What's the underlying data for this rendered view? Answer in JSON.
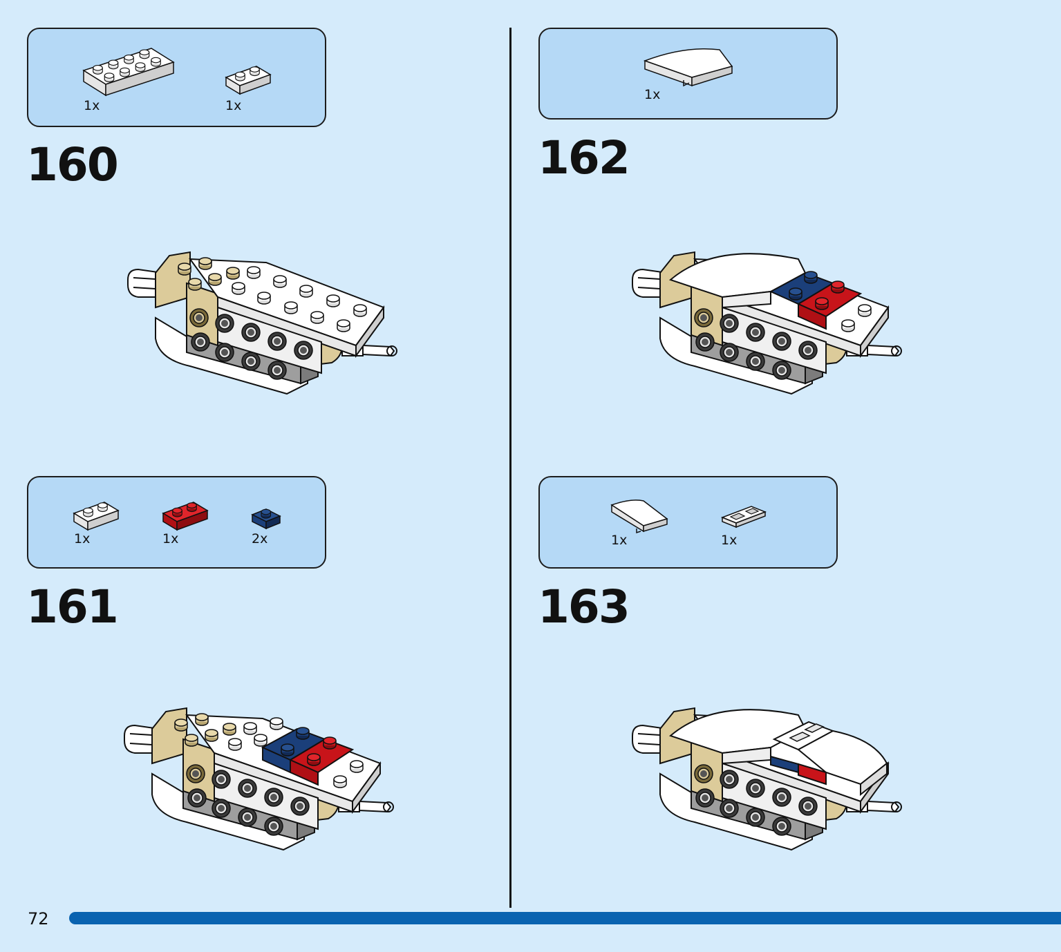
{
  "page": {
    "number": "72",
    "progress": 1.0
  },
  "steps": [
    {
      "number": "160",
      "parts": [
        {
          "qty": "1x",
          "icon": "white-plate-2x4-icon"
        },
        {
          "qty": "1x",
          "icon": "white-plate-1x2-icon"
        }
      ]
    },
    {
      "number": "161",
      "parts": [
        {
          "qty": "1x",
          "icon": "white-plate-1x2-icon"
        },
        {
          "qty": "1x",
          "icon": "red-plate-1x2-icon"
        },
        {
          "qty": "2x",
          "icon": "blue-plate-1x1-icon"
        }
      ]
    },
    {
      "number": "162",
      "parts": [
        {
          "qty": "1x",
          "icon": "white-curved-slope-icon"
        }
      ]
    },
    {
      "number": "163",
      "parts": [
        {
          "qty": "1x",
          "icon": "white-curved-slope-small-icon"
        },
        {
          "qty": "1x",
          "icon": "white-tile-grille-icon"
        }
      ]
    }
  ],
  "colors": {
    "background": "#d5ebfb",
    "parts_box": "#b5d9f6",
    "progress": "#0a63b0",
    "white": "#ffffff",
    "tan": "#dccb9a",
    "gray": "#9e9e9e",
    "red": "#c8141a",
    "blue": "#1b3f7a"
  }
}
